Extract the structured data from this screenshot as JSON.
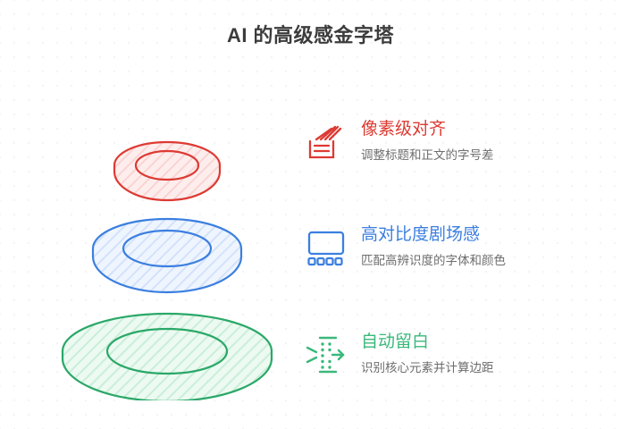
{
  "page": {
    "title": "AI 的高级感金字塔",
    "background_color": "#ffffff",
    "title_color": "#3c3c3c"
  },
  "pyramid": {
    "name": "stacked-torus-pyramid",
    "layers": [
      {
        "level": "top",
        "color_name": "red",
        "stroke": "#dd3a33",
        "fill": "#fdeceb",
        "hatch": "#f8d2d0"
      },
      {
        "level": "middle",
        "color_name": "blue",
        "stroke": "#3b7fe0",
        "fill": "#eaf1fd",
        "hatch": "#cfe0fa"
      },
      {
        "level": "bottom",
        "color_name": "green",
        "stroke": "#2aa868",
        "fill": "#e8f8ee",
        "hatch": "#c8ecd7"
      }
    ]
  },
  "items": [
    {
      "icon": "scan-lines-box-icon",
      "title": "像素级对齐",
      "desc": "调整标题和正文的字号差",
      "color": "#dd3a33"
    },
    {
      "icon": "screen-with-dots-icon",
      "title": "高对比度剧场感",
      "desc": "匹配高辨识度的字体和颜色",
      "color": "#3b7fe0"
    },
    {
      "icon": "arrows-margin-icon",
      "title": "自动留白",
      "desc": "识别核心元素并计算边距",
      "color": "#3ab87a"
    }
  ]
}
